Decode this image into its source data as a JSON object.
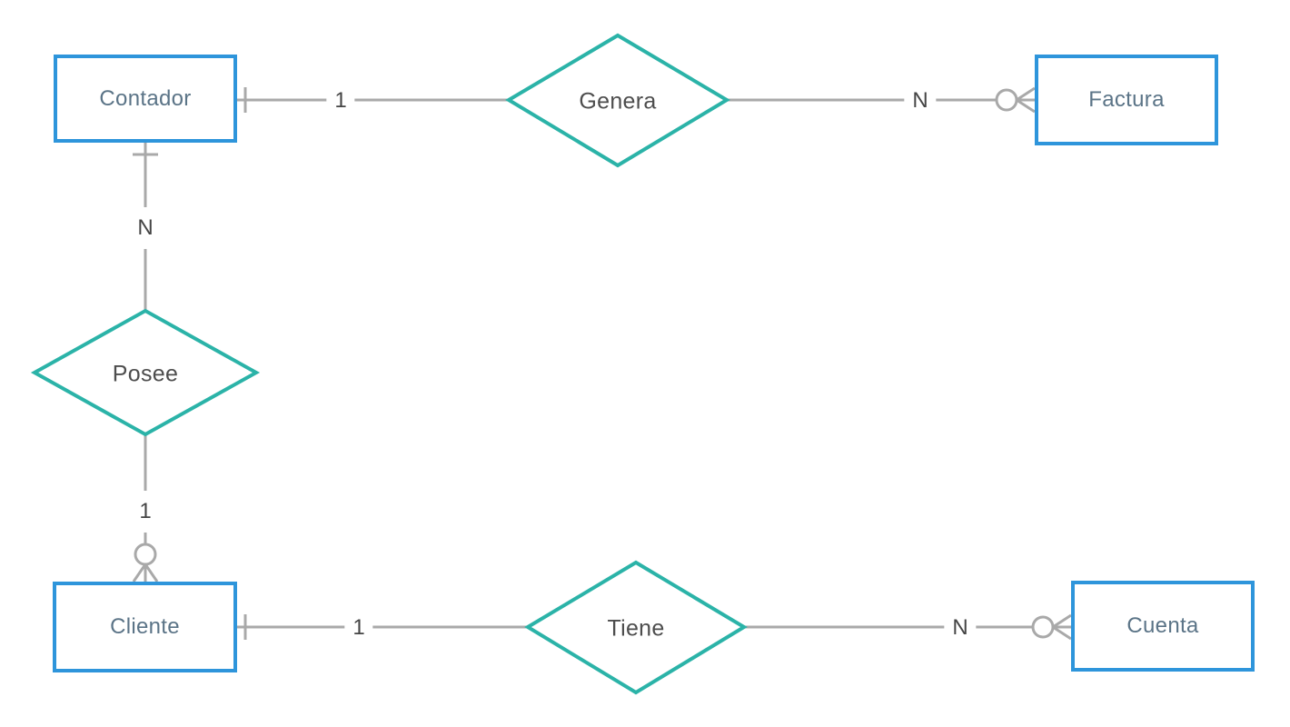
{
  "colors": {
    "entity-border": "#2E95DB",
    "entity-text": "#5B7487",
    "relationship-border": "#2BB3A8",
    "relationship-text": "#4D4D4D",
    "connector": "#A9A9A9",
    "cardinality-text": "#454545",
    "background": "#FFFFFF"
  },
  "diagram": {
    "type": "entity-relationship-diagram",
    "entities": [
      {
        "id": "contador",
        "label": "Contador"
      },
      {
        "id": "factura",
        "label": "Factura"
      },
      {
        "id": "cliente",
        "label": "Cliente"
      },
      {
        "id": "cuenta",
        "label": "Cuenta"
      }
    ],
    "relationships": [
      {
        "id": "genera",
        "label": "Genera"
      },
      {
        "id": "posee",
        "label": "Posee"
      },
      {
        "id": "tiene",
        "label": "Tiene"
      }
    ],
    "connectors": [
      {
        "id": "contador-genera",
        "from": "Contador",
        "to": "Genera",
        "marker": "one-tick",
        "cardinality": "1"
      },
      {
        "id": "genera-factura",
        "from": "Genera",
        "to": "Factura",
        "marker": "zero-or-many-crowfoot",
        "cardinality": "N"
      },
      {
        "id": "contador-posee",
        "from": "Contador",
        "to": "Posee",
        "marker": "one-tick",
        "cardinality": "N"
      },
      {
        "id": "posee-cliente",
        "from": "Posee",
        "to": "Cliente",
        "marker": "zero-or-many-crowfoot",
        "cardinality": "1"
      },
      {
        "id": "cliente-tiene",
        "from": "Cliente",
        "to": "Tiene",
        "marker": "one-tick",
        "cardinality": "1"
      },
      {
        "id": "tiene-cuenta",
        "from": "Tiene",
        "to": "Cuenta",
        "marker": "zero-or-many-crowfoot",
        "cardinality": "N"
      }
    ]
  }
}
